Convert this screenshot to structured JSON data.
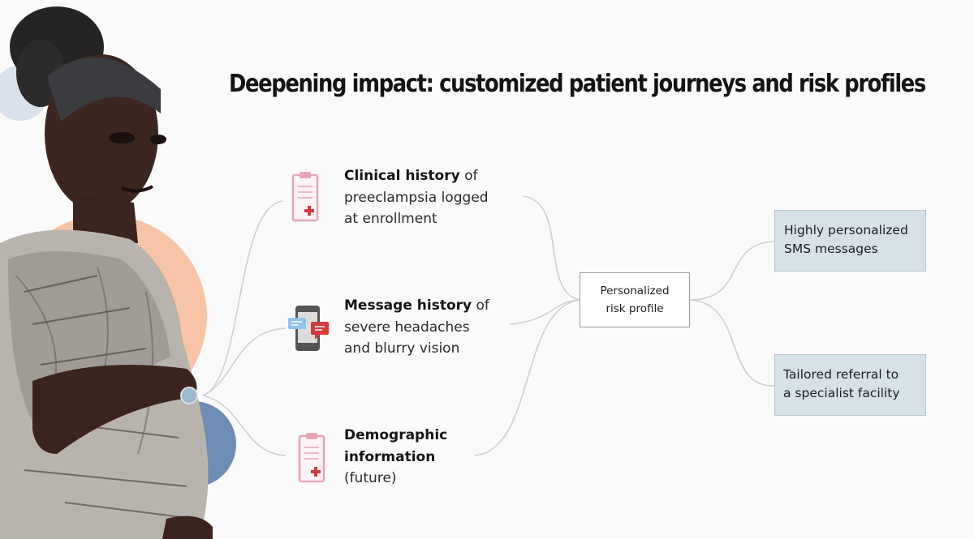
{
  "title": "Deepening impact: customized patient journeys and risk profiles",
  "inputs": [
    {
      "bold": "Clinical history",
      "rest_first": " of",
      "line2": "preeclampsia logged",
      "line3": "at enrollment",
      "icon": "clipboard-icon"
    },
    {
      "bold": "Message history",
      "rest_first": " of",
      "line2": "severe headaches",
      "line3": "and blurry vision",
      "icon": "phone-chat-icon"
    },
    {
      "bold": "Demographic",
      "rest_first": "",
      "line2": "information",
      "line3": "(future)",
      "icon": "clipboard-icon"
    }
  ],
  "center": {
    "line1": "Personalized",
    "line2": "risk profile"
  },
  "outputs": [
    {
      "line1": "Highly personalized",
      "line2": "SMS messages"
    },
    {
      "line1": "Tailored referral to",
      "line2": "a specialist facility"
    }
  ],
  "colors": {
    "accent_peach": "#f8c4a8",
    "accent_blue": "#6f8cb5",
    "output_fill": "#d6e2e8",
    "icon_pink": "#e8a5b8",
    "icon_red": "#d23b3b"
  }
}
